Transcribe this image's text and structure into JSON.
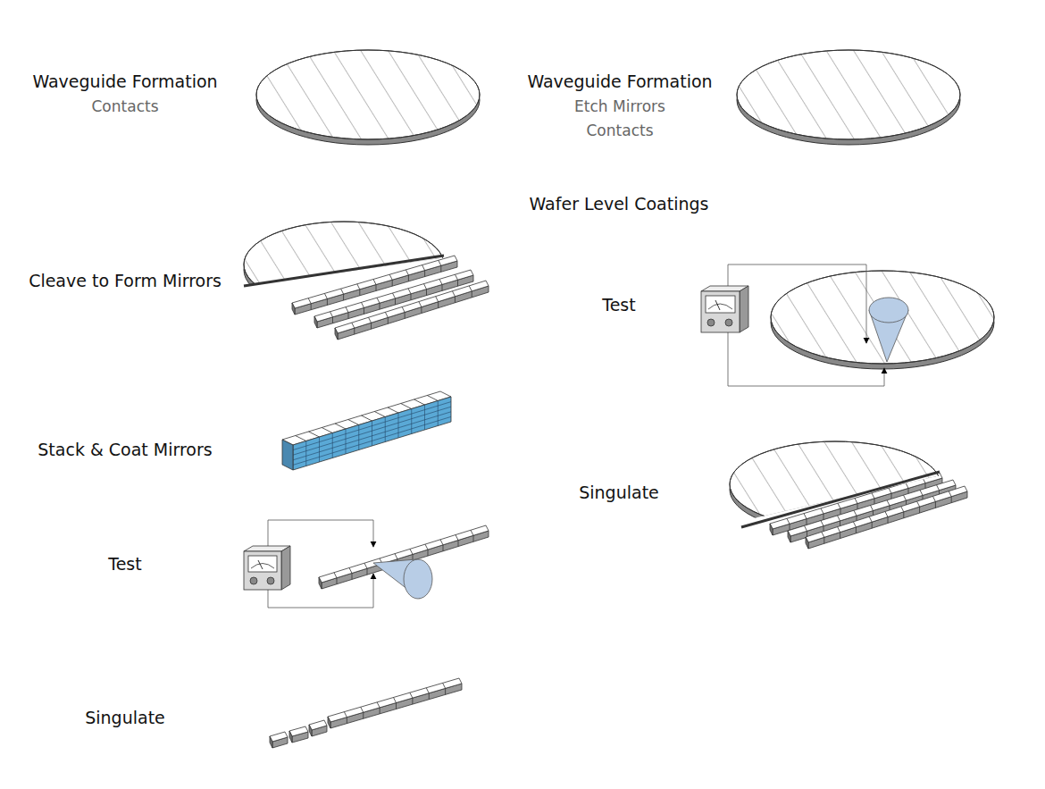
{
  "diagram": {
    "labels": [
      "Waveguide Formation",
      "Contacts",
      "Waveguide Formation",
      "Etch Mirrors",
      "Contacts",
      "Wafer Level Coatings",
      "Cleave to Form Mirrors",
      "Test",
      "Stack & Coat Mirrors",
      "Singulate",
      "Test",
      "Singulate"
    ]
  }
}
